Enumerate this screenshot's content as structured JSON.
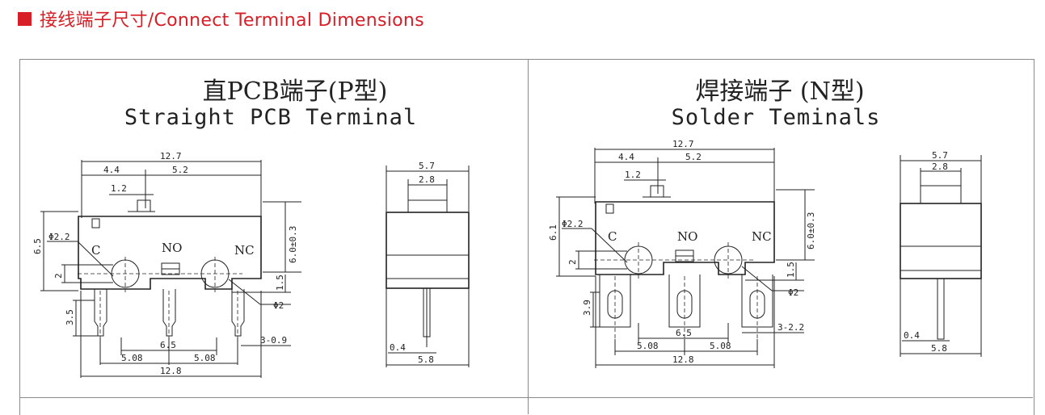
{
  "header": {
    "title": "接线端子尺寸/Connect Terminal Dimensions",
    "accent_color": "#d81e26"
  },
  "left_panel": {
    "title_zh": "直PCB端子(P型)",
    "title_en": "Straight PCB Terminal",
    "labels": {
      "c": "C",
      "no": "NO",
      "nc": "NC"
    },
    "dims": {
      "total_width": "12.7",
      "d44": "4.4",
      "d52": "5.2",
      "d12": "1.2",
      "height": "6.0±0.3",
      "d65": "6.5",
      "phi22": "Φ2.2",
      "d2": "2",
      "d15": "1.5",
      "phi2": "Φ2",
      "d35": "3.5",
      "d09": "3-0.9",
      "d508a": "5.08",
      "d65b": "6.5",
      "d508b": "5.08",
      "d128": "12.8",
      "side_w": "5.7",
      "side_top": "2.8",
      "side_04": "0.4",
      "side_58": "5.8"
    }
  },
  "right_panel": {
    "title_zh": "焊接端子 (N型)",
    "title_en": "Solder Teminals",
    "labels": {
      "c": "C",
      "no": "NO",
      "nc": "NC"
    },
    "dims": {
      "total_width": "12.7",
      "d44": "4.4",
      "d52": "5.2",
      "d12": "1.2",
      "height": "6.0±0.3",
      "d61": "6.1",
      "phi22": "Φ2.2",
      "d2": "2",
      "d15": "1.5",
      "phi2": "Φ2",
      "d39": "3.9",
      "d22": "3-2.2",
      "d508a": "5.08",
      "d65b": "6.5",
      "d508b": "5.08",
      "d128": "12.8",
      "side_w": "5.7",
      "side_top": "2.8",
      "side_04": "0.4",
      "side_58": "5.8"
    }
  }
}
